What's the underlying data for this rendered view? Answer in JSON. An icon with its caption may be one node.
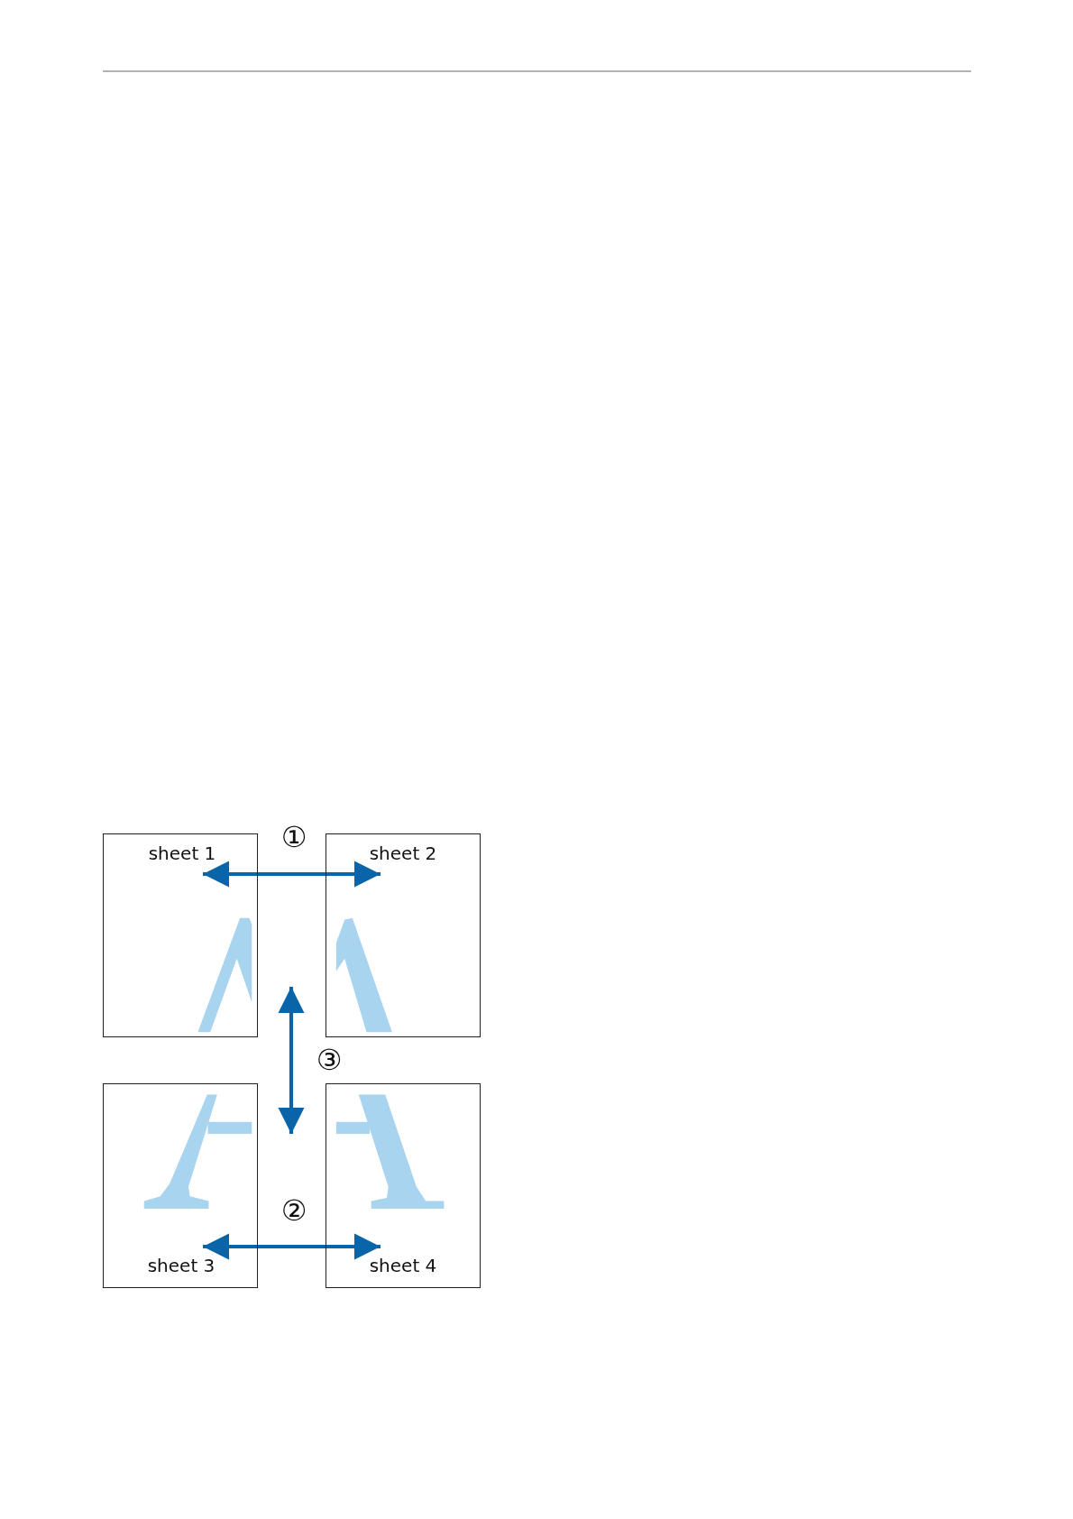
{
  "diagram": {
    "nodes": [
      {
        "text": [
          "sheet 1"
        ]
      },
      {
        "text": [
          "sheet 2"
        ]
      },
      {
        "text": [
          "sheet 3"
        ]
      },
      {
        "text": [
          "sheet 4"
        ]
      }
    ],
    "edges": [
      {
        "from": 0,
        "to": 1,
        "arrow": "both"
      },
      {
        "from": 0,
        "to": 2,
        "arrow": "both"
      },
      {
        "from": 2,
        "to": 3,
        "arrow": "both"
      }
    ],
    "labels": [
      "①",
      "③",
      "②"
    ]
  }
}
